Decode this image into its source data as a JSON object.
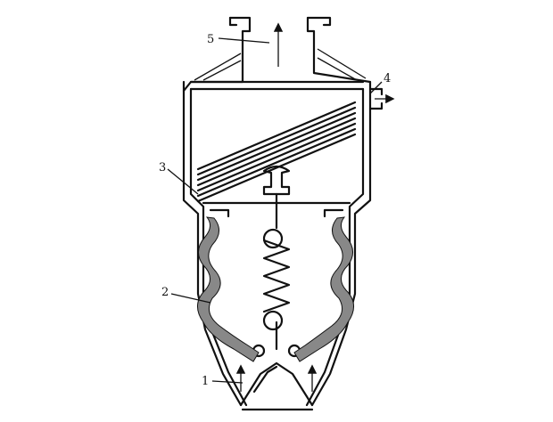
{
  "diagram": {
    "labels": [
      {
        "id": "inlet",
        "text": "1"
      },
      {
        "id": "filter",
        "text": "2"
      },
      {
        "id": "coil",
        "text": "3"
      },
      {
        "id": "outlet-side",
        "text": "4"
      },
      {
        "id": "outlet-top",
        "text": "5"
      }
    ]
  }
}
